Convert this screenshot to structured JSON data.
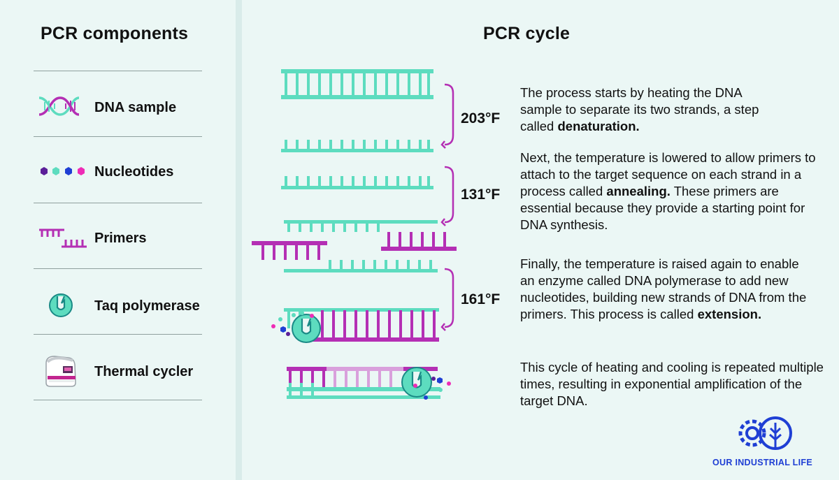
{
  "components": {
    "title": "PCR components",
    "items": [
      {
        "label": "DNA sample",
        "icon": "dna-helix-icon"
      },
      {
        "label": "Nucleotides",
        "icon": "nucleotides-icon"
      },
      {
        "label": "Primers",
        "icon": "primers-icon"
      },
      {
        "label": "Taq polymerase",
        "icon": "taq-polymerase-icon"
      },
      {
        "label": "Thermal cycler",
        "icon": "thermal-cycler-icon"
      }
    ]
  },
  "cycle": {
    "title": "PCR cycle",
    "steps": [
      {
        "temp": "203°F",
        "text": "The process starts by heating the DNA sample to separate its two strands, a step called ",
        "term": "denaturation."
      },
      {
        "temp": "131°F",
        "text": "Next, the temperature is lowered to allow primers to attach to the target sequence on each strand in a process called ",
        "term": "annealing.",
        "text_after": " These primers are essential because they provide a starting point for DNA synthesis."
      },
      {
        "temp": "161°F",
        "text": "Finally, the temperature is raised again to enable an enzyme called DNA polymerase to add new nucleotides, building new strands of DNA from the primers. This process is called ",
        "term": "extension."
      }
    ],
    "summary": "This cycle of heating and cooling is repeated multiple times, resulting in exponential amplification of the target DNA."
  },
  "brand": {
    "name": "OUR INDUSTRIAL LIFE",
    "color": "#1f3fd4"
  },
  "colors": {
    "teal": "#5ddcbf",
    "magenta": "#b42fb4",
    "light_magenta": "#d9a0dc",
    "blue": "#1f3fd4",
    "purple": "#5b1f99",
    "pink": "#ee2cb6"
  }
}
